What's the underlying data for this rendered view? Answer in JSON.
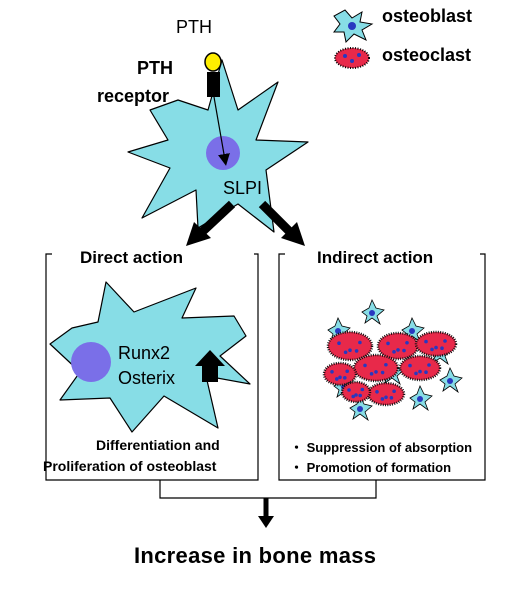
{
  "colors": {
    "osteoblast_fill": "#87dde6",
    "osteoblast_nucleus": "#7a6fe8",
    "osteoclast_fill": "#e8294a",
    "osteoclast_dots": "#2838c0",
    "pth_ligand": "#ffee00",
    "outline": "#000000"
  },
  "top": {
    "pth_label": "PTH",
    "receptor_line1": "PTH",
    "receptor_line2": "receptor",
    "slpi_label": "SLPI"
  },
  "legend": {
    "osteoblast_label": "osteoblast",
    "osteoclast_label": "osteoclast"
  },
  "direct": {
    "heading": "Direct action",
    "marker1": "Runx2",
    "marker2": "Osterix",
    "desc_line1": "Differentiation and",
    "desc_line2": "Proliferation of osteoblast"
  },
  "indirect": {
    "heading": "Indirect action",
    "bullet1": "・ Suppression of absorption",
    "bullet2": "・ Promotion of formation"
  },
  "result": {
    "label": "Increase in bone mass"
  }
}
